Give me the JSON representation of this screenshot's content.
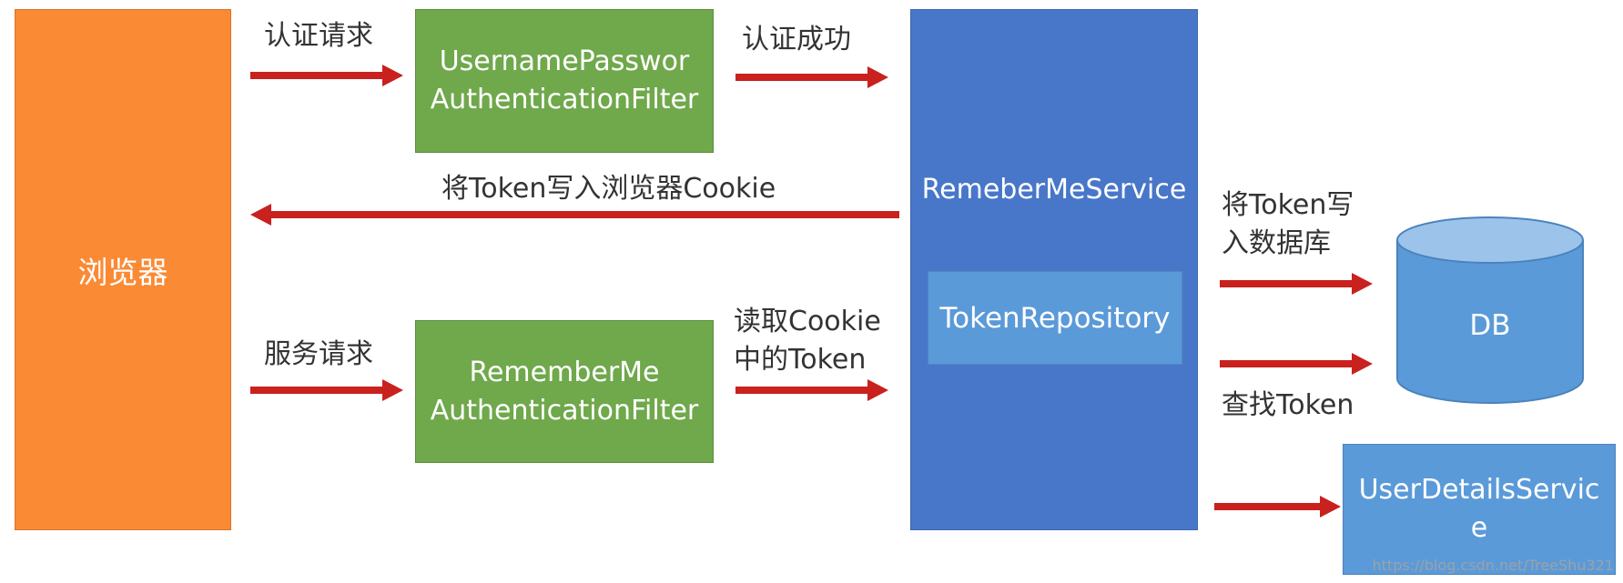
{
  "browser": {
    "label": "浏览器"
  },
  "filters": {
    "upf": {
      "line1": "UsernamePasswor",
      "line2": "AuthenticationFilter"
    },
    "rmf": {
      "line1": "RememberMe",
      "line2": "AuthenticationFilter"
    }
  },
  "service": {
    "title": "RemeberMeService",
    "repo": "TokenRepository"
  },
  "db": {
    "label": "DB"
  },
  "uds": {
    "line1": "UserDetailsServic",
    "line2": "e"
  },
  "labels": {
    "auth_request": "认证请求",
    "auth_success": "认证成功",
    "write_cookie": "将Token写入浏览器Cookie",
    "service_request": "服务请求",
    "read_cookie_1": "读取Cookie",
    "read_cookie_2": "中的Token",
    "write_db_1": "将Token写",
    "write_db_2": "入数据库",
    "find_token": "查找Token"
  },
  "watermark": "https://blog.csdn.net/TreeShu321",
  "colors": {
    "browser": "#fa8a34",
    "filter": "#70a84c",
    "service": "#4877c9",
    "repository": "#5b9ad8",
    "arrow": "#c9211e"
  }
}
